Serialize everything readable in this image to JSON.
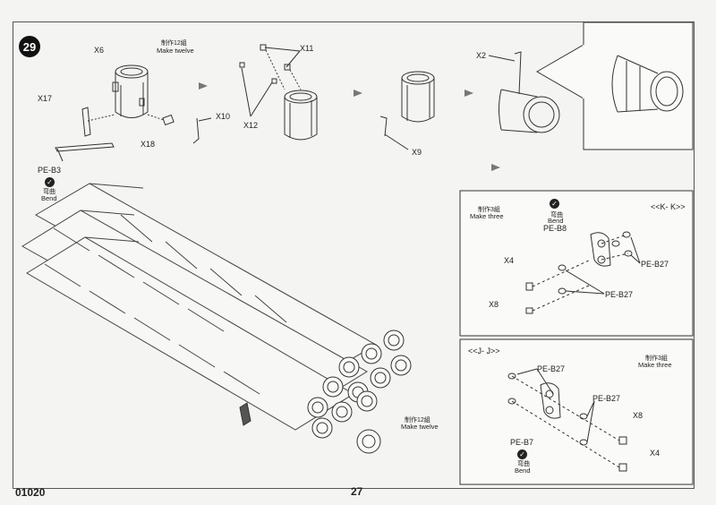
{
  "step_number": "29",
  "product_code": "01020",
  "page_number": "27",
  "notes": {
    "make_twelve_cn": "制作12組",
    "make_twelve_en": "Make twelve",
    "make_twelve_bottom_cn": "制作12組",
    "make_twelve_bottom_en": "Make twelve",
    "make_three_cn": "制作3組",
    "make_three_en": "Make three",
    "make_three_2_cn": "制作3組",
    "make_three_2_en": "Make three",
    "bend_cn": "弯曲",
    "bend_en": "Bend"
  },
  "views": {
    "kk": "<<K- K>>",
    "jj": "<<J- J>>"
  },
  "parts": {
    "x6": "X6",
    "x17": "X17",
    "x18": "X18",
    "x10": "X10",
    "pe_b3": "PE-B3",
    "x11": "X11",
    "x12": "X12",
    "x9": "X9",
    "x2": "X2",
    "pe_b8": "PE-B8",
    "pe_b27_a": "PE-B27",
    "pe_b27_b": "PE-B27",
    "x4_a": "X4",
    "x8_a": "X8",
    "pe_b27_c": "PE-B27",
    "pe_b27_d": "PE-B27",
    "x8_b": "X8",
    "x4_b": "X4",
    "pe_b7": "PE-B7"
  }
}
